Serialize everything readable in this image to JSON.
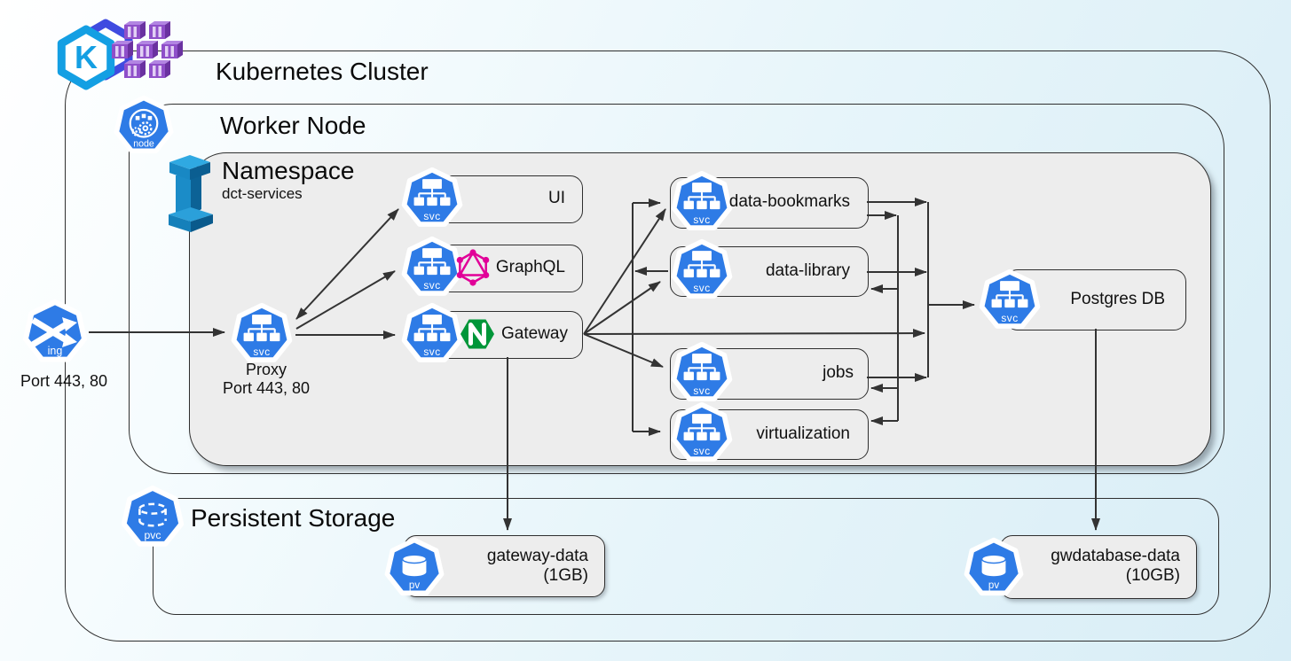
{
  "containers": {
    "cluster": {
      "label": "Kubernetes Cluster"
    },
    "worker": {
      "label": "Worker Node"
    },
    "namespace": {
      "label": "Namespace",
      "name": "dct-services"
    },
    "storage": {
      "label": "Persistent Storage"
    }
  },
  "ingress": {
    "badge": "ing",
    "ports": "Port 443, 80"
  },
  "proxy": {
    "name": "Proxy",
    "ports": "Port 443, 80"
  },
  "services": {
    "ui": {
      "label": "UI"
    },
    "graphql": {
      "label": "GraphQL"
    },
    "gateway": {
      "label": "Gateway"
    },
    "data_bookmarks": {
      "label": "data-bookmarks"
    },
    "data_library": {
      "label": "data-library"
    },
    "jobs": {
      "label": "jobs"
    },
    "virtualization": {
      "label": "virtualization"
    },
    "postgres": {
      "label": "Postgres DB"
    }
  },
  "volumes": {
    "gateway_data": {
      "label": "gateway-data",
      "size": "(1GB)"
    },
    "gwdatabase_data": {
      "label": "gwdatabase-data",
      "size": "(10GB)"
    }
  },
  "badges": {
    "svc": "svc",
    "pv": "pv",
    "pvc": "pvc",
    "node": "node"
  },
  "colors": {
    "k8s_blue": "#2e7be6",
    "purple": "#8f4fc9",
    "graphql_pink": "#e10098",
    "nginx_green": "#009639",
    "line": "#333333",
    "namespace_fill": "#ededed"
  }
}
